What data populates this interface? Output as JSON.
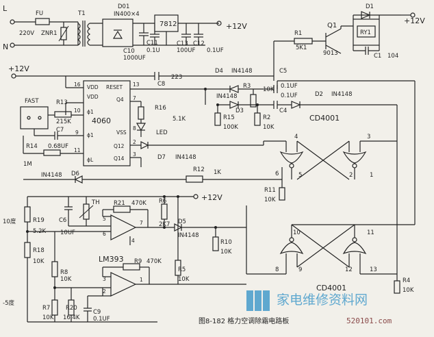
{
  "terminals": {
    "live": "L",
    "neutral": "N",
    "voltage": "220V"
  },
  "labels": {
    "fu": "FU",
    "znr1": "ZNR1",
    "t1": "T1",
    "d01": "D01",
    "bridge": "IN400×4",
    "c10": "C10",
    "c10v": "1000UF",
    "c11": "C11",
    "c11v": "0.1U",
    "reg": "7812",
    "c13": "C13",
    "c13v": "100UF",
    "c12": "C12",
    "c12v": "0.1UF",
    "v12": "+12V",
    "r1": "R1",
    "r1v": "5K1",
    "q1": "Q1",
    "q1v": "9013",
    "d1": "D1",
    "ry1": "RY1",
    "c1": "C1",
    "c1v": "104",
    "c8": "C8",
    "c8v": "223",
    "d4": "D4",
    "d4v": "IN4148",
    "c5": "C5",
    "c5v": "0.1UF",
    "r3": "R3",
    "r3v": "10K",
    "c4": "C4",
    "c4v": "0.1UF",
    "d3": "D3",
    "d3v": "IN4148",
    "d2": "D2",
    "d2v": "IN4148",
    "in4148": "IN4148",
    "r15": "R15",
    "r15v": "100K",
    "r2": "R2",
    "r2v": "10K",
    "fast": "FAST",
    "r13": "R13",
    "r13v": "215K",
    "c7": "C7",
    "c7v": "0.68UF",
    "r14": "R14",
    "r14v": "1M",
    "d6": "D6",
    "d6v": "IN4148",
    "ic4060": "4060",
    "vdd": "VDD",
    "reset": "RESET",
    "q4": "Q4",
    "vss": "VSS",
    "q12": "Q12",
    "q14": "Q14",
    "phi1a": "ϕ1",
    "phi1b": "ϕ1",
    "phiL": "ϕL",
    "p16": "16",
    "p13": "13",
    "p10": "10",
    "p7": "7",
    "p8": "8",
    "p9": "9",
    "p11": "11",
    "p2": "2",
    "p3": "3",
    "r16": "R16",
    "r16v": "5.1K",
    "led": "LED",
    "d7": "D7",
    "d7v": "IN4148",
    "r12": "R12",
    "r12v": "1K",
    "cd4001a": "CD4001",
    "cd4001b": "CD4001",
    "g4": "4",
    "g3": "3",
    "g6": "6",
    "g5": "5",
    "g2": "2",
    "g1": "1",
    "g10": "10",
    "g11": "11",
    "g8": "8",
    "g9": "9",
    "g12": "12",
    "g13": "13",
    "r11": "R11",
    "r11v": "10K",
    "r4": "R4",
    "r4v": "10K",
    "t10": "10度",
    "tm5": "-5度",
    "r19": "R19",
    "r19v": "5.2K",
    "r18": "R18",
    "r18v": "10K",
    "c6": "C6",
    "c6v": "10UF",
    "th": "TH",
    "r21": "R21",
    "r21v": "470K",
    "r6": "R6",
    "r6v": "2K7",
    "d5": "D5",
    "d5v": "IN4148",
    "r10": "R10",
    "r10v": "10K",
    "lm393": "LM393",
    "r8": "R8",
    "r8v": "10K",
    "r9": "R9",
    "r9v": "470K",
    "r5": "R5",
    "r5v": "10K",
    "r7": "R7",
    "r7v": "10K",
    "r20": "R20",
    "r20v": "16.4K",
    "c9": "C9",
    "c9v": "0.1UF",
    "o5": "5",
    "o6": "6",
    "o7": "7",
    "o4": "4",
    "o3": "3",
    "o2": "2",
    "o1": "1"
  },
  "caption": "图8-182  格力空调除霜电路板",
  "watermark": {
    "brand": "家电维修资料网",
    "site": "520101.com",
    "color": "#5fa8cf"
  }
}
